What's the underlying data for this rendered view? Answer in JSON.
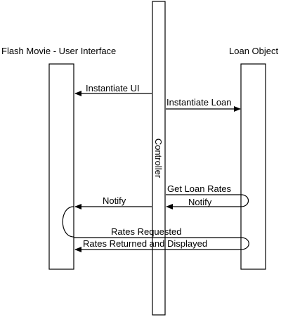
{
  "participants": {
    "ui": "Flash Movie - User Interface",
    "controller": "Controller",
    "loan": "Loan Object"
  },
  "messages": [
    {
      "label": "Instantiate UI"
    },
    {
      "label": "Instantiate Loan"
    },
    {
      "label": "Get Loan Rates"
    },
    {
      "label": "Notify"
    },
    {
      "label": "Notify"
    },
    {
      "label": "Rates Requested"
    },
    {
      "label": "Rates Returned and Displayed"
    }
  ]
}
